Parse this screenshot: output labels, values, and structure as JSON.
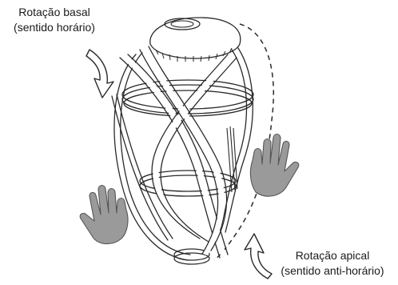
{
  "labels": {
    "basal_line1": "Rotação basal",
    "basal_line2": "(sentido horário)",
    "apical_line1": "Rotação apical",
    "apical_line2": "(sentido anti-horário)"
  },
  "colors": {
    "outline": "#2a2a2a",
    "hand_fill": "#9a9a9a",
    "background": "#ffffff"
  }
}
